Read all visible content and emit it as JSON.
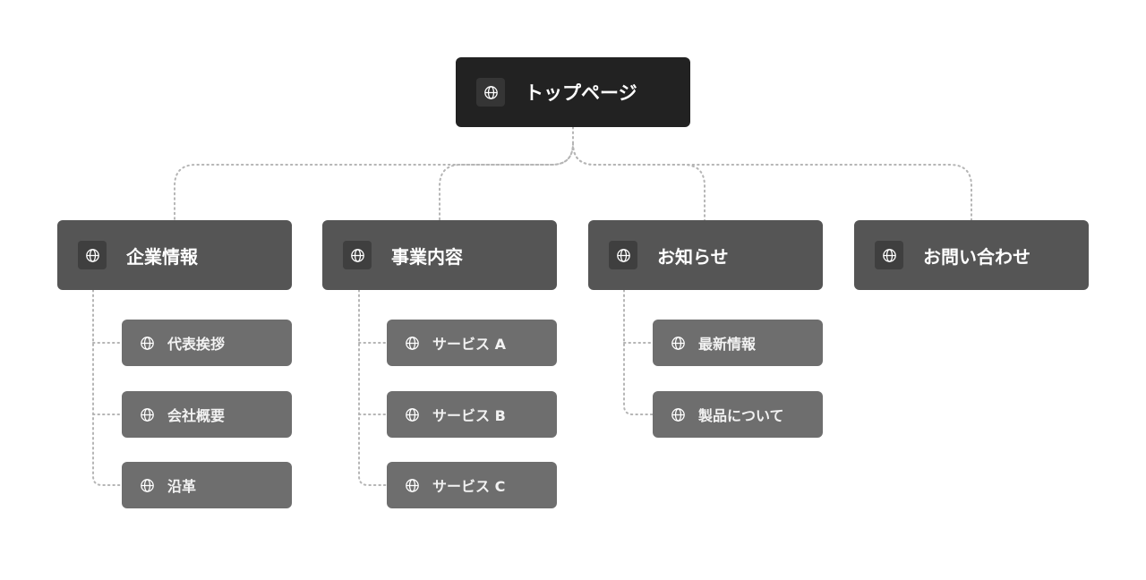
{
  "colors": {
    "root_bg": "#222222",
    "category_bg": "#555555",
    "subpage_bg": "#6e6e6e",
    "connector": "#b5b5b5",
    "page_bg": "#ffffff"
  },
  "icon": "globe-icon",
  "root": {
    "label": "トップページ"
  },
  "categories": [
    {
      "label": "企業情報",
      "children": [
        {
          "label": "代表挨拶"
        },
        {
          "label": "会社概要"
        },
        {
          "label": "沿革"
        }
      ]
    },
    {
      "label": "事業内容",
      "children": [
        {
          "label": "サービス A"
        },
        {
          "label": "サービス B"
        },
        {
          "label": "サービス C"
        }
      ]
    },
    {
      "label": "お知らせ",
      "children": [
        {
          "label": "最新情報"
        },
        {
          "label": "製品について"
        }
      ]
    },
    {
      "label": "お問い合わせ",
      "children": []
    }
  ]
}
